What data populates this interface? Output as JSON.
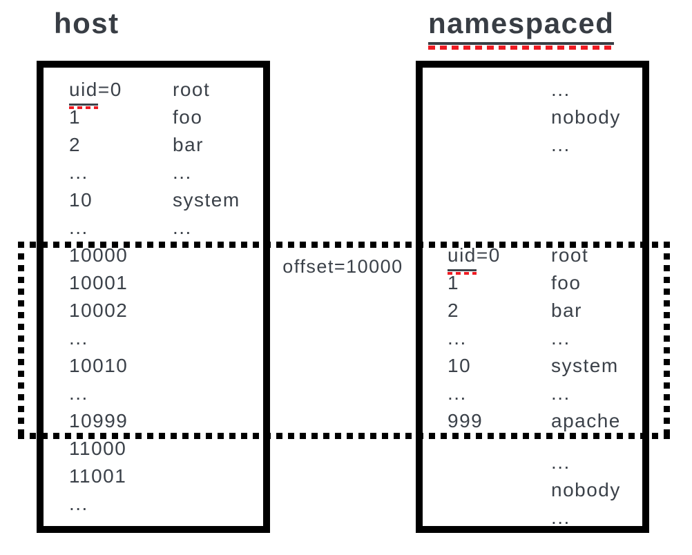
{
  "diagram": {
    "host_title": "host",
    "namespaced_title": "namespaced",
    "offset_label": "offset=10000"
  },
  "host_box": {
    "rows": [
      {
        "id": "uid=0",
        "name": "root",
        "marked": true
      },
      {
        "id": "1",
        "name": "foo"
      },
      {
        "id": "2",
        "name": "bar"
      },
      {
        "id": "...",
        "name": "..."
      },
      {
        "id": "10",
        "name": "system"
      },
      {
        "id": "...",
        "name": "..."
      },
      {
        "id": "10000",
        "name": ""
      },
      {
        "id": "10001",
        "name": ""
      },
      {
        "id": "10002",
        "name": ""
      },
      {
        "id": "...",
        "name": ""
      },
      {
        "id": "10010",
        "name": ""
      },
      {
        "id": "...",
        "name": ""
      },
      {
        "id": "10999",
        "name": ""
      },
      {
        "id": "11000",
        "name": ""
      },
      {
        "id": "11001",
        "name": ""
      },
      {
        "id": "...",
        "name": ""
      }
    ]
  },
  "namespaced_box": {
    "top_rows": [
      {
        "id": "",
        "name": "..."
      },
      {
        "id": "",
        "name": "nobody"
      },
      {
        "id": "",
        "name": "..."
      }
    ],
    "mapped_rows": [
      {
        "id": "uid=0",
        "name": "root",
        "marked": true
      },
      {
        "id": "1",
        "name": "foo"
      },
      {
        "id": "2",
        "name": "bar"
      },
      {
        "id": "...",
        "name": "..."
      },
      {
        "id": "10",
        "name": "system"
      },
      {
        "id": "...",
        "name": "..."
      },
      {
        "id": "999",
        "name": "apache"
      }
    ],
    "bottom_rows": [
      {
        "id": "",
        "name": "..."
      },
      {
        "id": "",
        "name": "nobody"
      },
      {
        "id": "",
        "name": "..."
      }
    ]
  },
  "colors": {
    "text": "#3b4149",
    "title": "#383d44",
    "border": "#000000",
    "red-underline": "#ef1b23",
    "background": "#ffffff"
  }
}
